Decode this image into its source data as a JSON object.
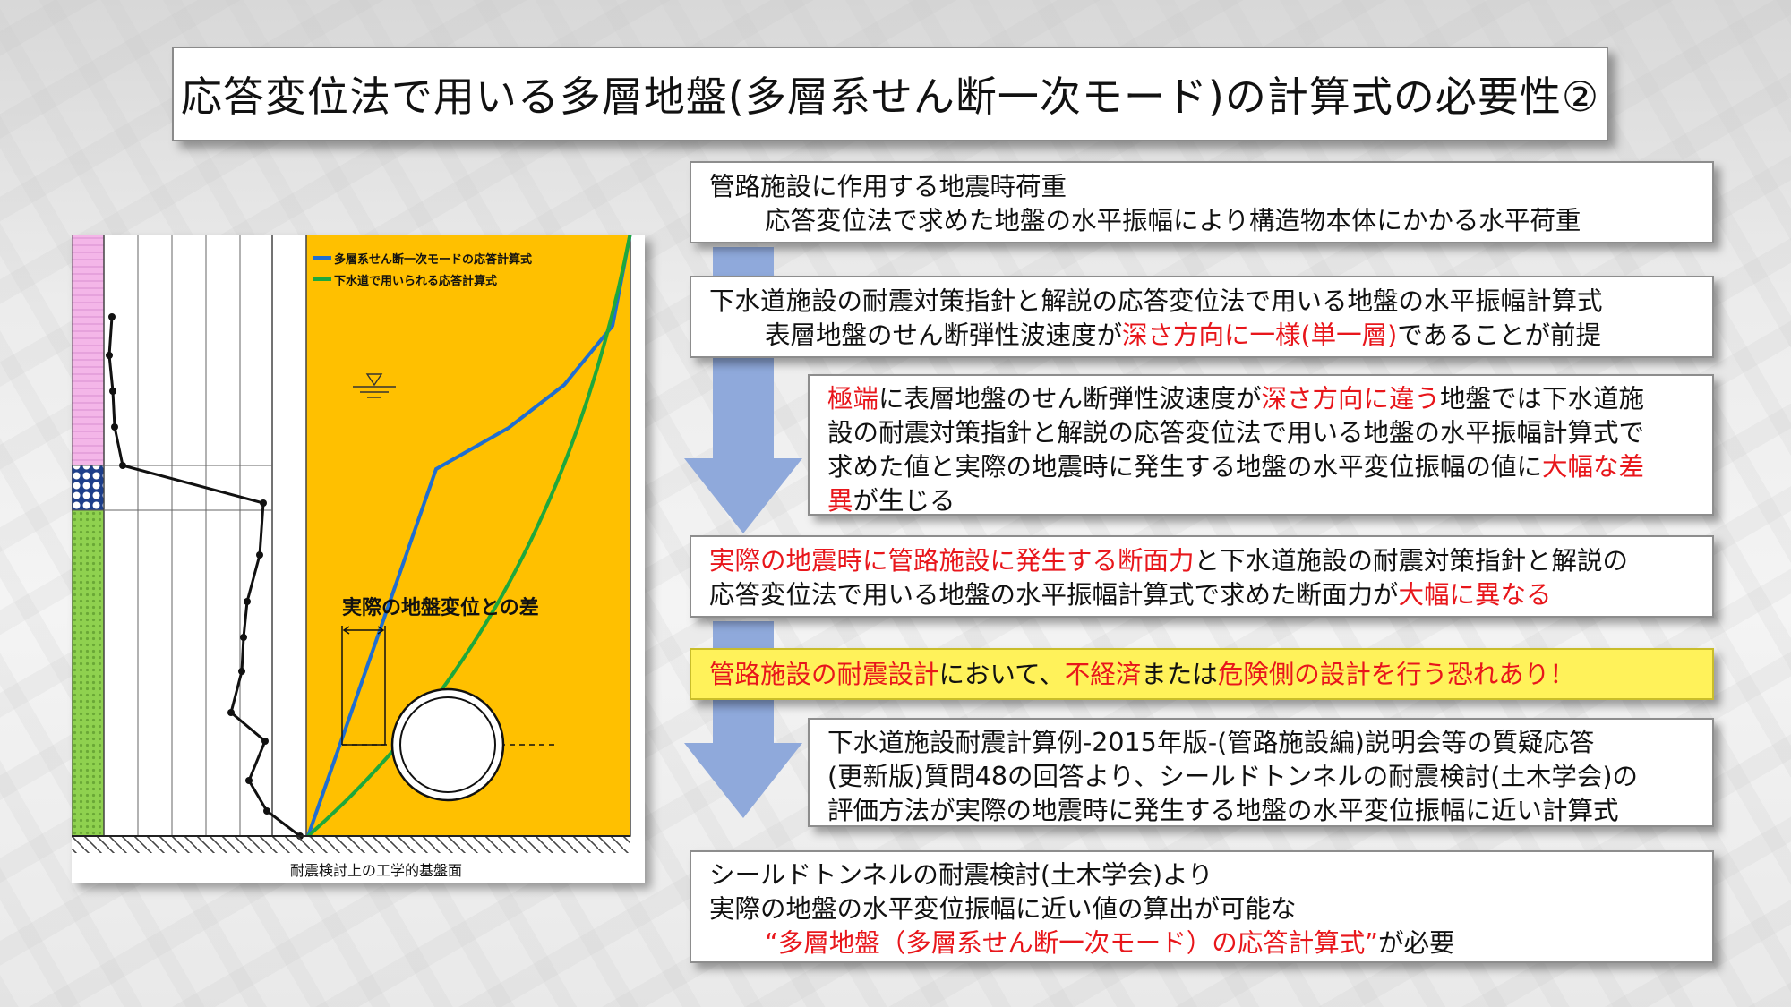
{
  "title": "応答変位法で用いる多層地盤(多層系せん断一次モード)の計算式の必要性②",
  "colors": {
    "accent_red": "#e8161b",
    "highlight_yellow": "#fff25a",
    "arrow_blue": "#8fa9db",
    "ground_orange": "#ffc000",
    "blue_line": "#1f6ed1",
    "green_line": "#1ea83c"
  },
  "diagram": {
    "legend": {
      "multilayer": "多層系せん断一次モードの応答計算式",
      "sewer": "下水道で用いられる応答計算式"
    },
    "diff_label": "実際の地盤変位との差",
    "base_label": "耐震検討上の工学的基盤面",
    "water_table_icon": "water-table-icon",
    "pipe_icon": "pipe-cross-section-icon"
  },
  "boxes": {
    "b1": {
      "line1": "管路施設に作用する地震時荷重",
      "line2": "応答変位法で求めた地盤の水平振幅により構造物本体にかかる水平荷重"
    },
    "b2": {
      "line1": "下水道施設の耐震対策指針と解説の応答変位法で用いる地盤の水平振幅計算式",
      "line2_a": "表層地盤のせん断弾性波速度が",
      "line2_red": "深さ方向に一様(単一層)",
      "line2_b": "であることが前提"
    },
    "b3": {
      "l1_red1": "極端",
      "l1_a": "に表層地盤のせん断弾性波速度が",
      "l1_red2": "深さ方向に違う",
      "l1_b": "地盤では下水道施",
      "l2": "設の耐震対策指針と解説の応答変位法で用いる地盤の水平振幅計算式で",
      "l3_a": "求めた値と実際の地震時に発生する地盤の水平変位振幅の値に",
      "l3_red": "大幅な差",
      "l4_red": "異",
      "l4_b": "が生じる"
    },
    "b4": {
      "l1_red": "実際の地震時に管路施設に発生する断面力",
      "l1_b": "と下水道施設の耐震対策指針と解説の",
      "l2_a": "応答変位法で用いる地盤の水平振幅計算式で求めた断面力が",
      "l2_red": "大幅に異なる"
    },
    "b5": {
      "red1": "管路施設の耐震設計",
      "a": "において、",
      "red2": "不経済",
      "b": "または",
      "red3": "危険側の設計を行う恐れあり！"
    },
    "b6": {
      "l1": "下水道施設耐震計算例-2015年版-(管路施設編)説明会等の質疑応答",
      "l2": "(更新版)質問48の回答より、シールドトンネルの耐震検討(土木学会)の",
      "l3": "評価方法が実際の地震時に発生する地盤の水平変位振幅に近い計算式"
    },
    "b7": {
      "l1": "シールドトンネルの耐震検討(土木学会)より",
      "l2": "実際の地盤の水平変位振幅に近い値の算出が可能な",
      "l3_red": "“多層地盤（多層系せん断一次モード）の応答計算式”",
      "l3_b": "が必要"
    }
  }
}
